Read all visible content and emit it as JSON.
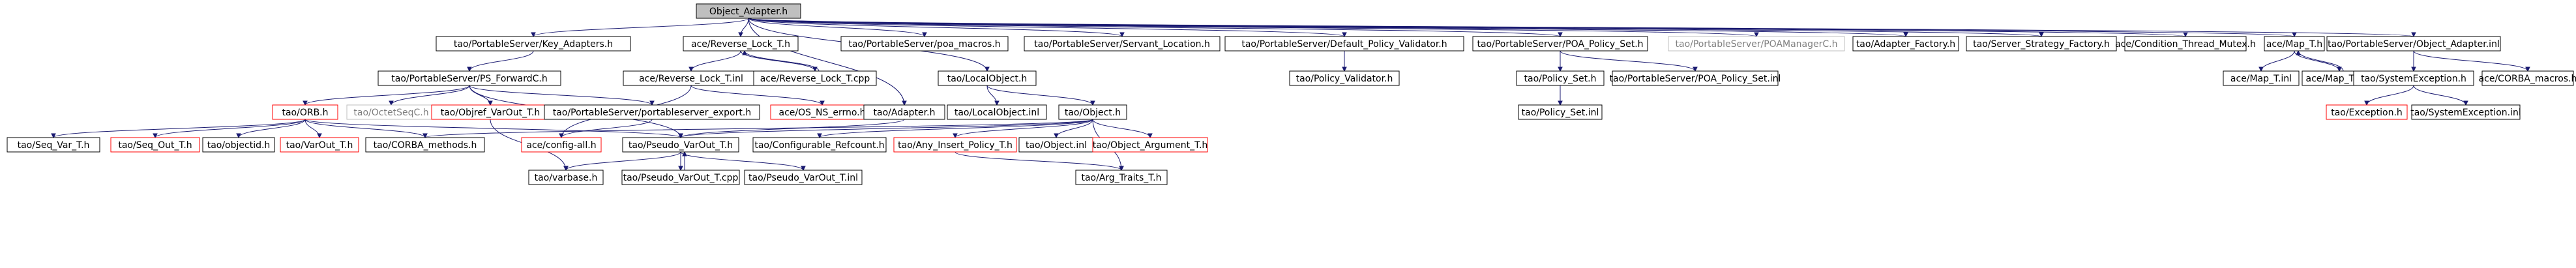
{
  "graph": {
    "colors": {
      "edge": "#191970",
      "node_border": "#000000",
      "node_border_missing": "#bfbfbf",
      "node_border_red": "#ff0000",
      "node_fill": "#ffffff",
      "node_fill_root": "#bfbfbf",
      "text": "#000000",
      "text_missing": "#7f7f7f"
    },
    "nodes": [
      {
        "id": "n0",
        "label": "Object_Adapter.h",
        "style": "root"
      },
      {
        "id": "n1",
        "label": "tao/PortableServer/Key_Adapters.h",
        "style": "normal"
      },
      {
        "id": "n2",
        "label": "ace/Reverse_Lock_T.h",
        "style": "normal"
      },
      {
        "id": "n3",
        "label": "tao/PortableServer/poa_macros.h",
        "style": "normal"
      },
      {
        "id": "n4",
        "label": "tao/PortableServer/Servant_Location.h",
        "style": "normal"
      },
      {
        "id": "n5",
        "label": "tao/PortableServer/Default_Policy_Validator.h",
        "style": "normal"
      },
      {
        "id": "n6",
        "label": "tao/PortableServer/POA_Policy_Set.h",
        "style": "normal"
      },
      {
        "id": "n7",
        "label": "tao/PortableServer/POAManagerC.h",
        "style": "missing"
      },
      {
        "id": "n8",
        "label": "tao/Adapter_Factory.h",
        "style": "normal"
      },
      {
        "id": "n9",
        "label": "tao/Server_Strategy_Factory.h",
        "style": "normal"
      },
      {
        "id": "n10",
        "label": "ace/Condition_Thread_Mutex.h",
        "style": "normal"
      },
      {
        "id": "n11",
        "label": "ace/Map_T.h",
        "style": "normal"
      },
      {
        "id": "n12",
        "label": "tao/PortableServer/Object_Adapter.inl",
        "style": "normal"
      },
      {
        "id": "n13",
        "label": "tao/PortableServer/PS_ForwardC.h",
        "style": "normal"
      },
      {
        "id": "n14",
        "label": "ace/Reverse_Lock_T.inl",
        "style": "normal"
      },
      {
        "id": "n15",
        "label": "ace/Reverse_Lock_T.cpp",
        "style": "normal"
      },
      {
        "id": "n16",
        "label": "tao/LocalObject.h",
        "style": "normal"
      },
      {
        "id": "n17",
        "label": "tao/Policy_Validator.h",
        "style": "normal"
      },
      {
        "id": "n18",
        "label": "tao/Policy_Set.h",
        "style": "normal"
      },
      {
        "id": "n19",
        "label": "tao/PortableServer/POA_Policy_Set.inl",
        "style": "normal"
      },
      {
        "id": "n20",
        "label": "ace/Map_T.inl",
        "style": "normal"
      },
      {
        "id": "n21",
        "label": "ace/Map_T.cpp",
        "style": "normal"
      },
      {
        "id": "n22",
        "label": "tao/SystemException.h",
        "style": "normal"
      },
      {
        "id": "n23",
        "label": "ace/CORBA_macros.h",
        "style": "normal"
      },
      {
        "id": "n24",
        "label": "tao/ORB.h",
        "style": "red"
      },
      {
        "id": "n25",
        "label": "tao/OctetSeqC.h",
        "style": "missing"
      },
      {
        "id": "n26",
        "label": "tao/Objref_VarOut_T.h",
        "style": "red"
      },
      {
        "id": "n27",
        "label": "tao/PortableServer/portableserver_export.h",
        "style": "normal"
      },
      {
        "id": "n28",
        "label": "ace/OS_NS_errno.h",
        "style": "red"
      },
      {
        "id": "n29",
        "label": "tao/Adapter.h",
        "style": "normal"
      },
      {
        "id": "n30",
        "label": "tao/LocalObject.inl",
        "style": "normal"
      },
      {
        "id": "n31",
        "label": "tao/Object.h",
        "style": "normal"
      },
      {
        "id": "n32",
        "label": "tao/Policy_Set.inl",
        "style": "normal"
      },
      {
        "id": "n33",
        "label": "tao/Exception.h",
        "style": "red"
      },
      {
        "id": "n34",
        "label": "tao/SystemException.inl",
        "style": "normal"
      },
      {
        "id": "n35",
        "label": "tao/Seq_Var_T.h",
        "style": "normal"
      },
      {
        "id": "n36",
        "label": "tao/Seq_Out_T.h",
        "style": "red"
      },
      {
        "id": "n37",
        "label": "tao/objectid.h",
        "style": "normal"
      },
      {
        "id": "n38",
        "label": "tao/VarOut_T.h",
        "style": "red"
      },
      {
        "id": "n39",
        "label": "tao/CORBA_methods.h",
        "style": "normal"
      },
      {
        "id": "n40",
        "label": "ace/config-all.h",
        "style": "red"
      },
      {
        "id": "n41",
        "label": "tao/Pseudo_VarOut_T.h",
        "style": "normal"
      },
      {
        "id": "n42",
        "label": "tao/Configurable_Refcount.h",
        "style": "normal"
      },
      {
        "id": "n43",
        "label": "tao/Any_Insert_Policy_T.h",
        "style": "red"
      },
      {
        "id": "n44",
        "label": "tao/Object.inl",
        "style": "normal"
      },
      {
        "id": "n45",
        "label": "tao/Object_Argument_T.h",
        "style": "red"
      },
      {
        "id": "n46",
        "label": "tao/varbase.h",
        "style": "normal"
      },
      {
        "id": "n47",
        "label": "tao/Pseudo_VarOut_T.cpp",
        "style": "normal"
      },
      {
        "id": "n48",
        "label": "tao/Pseudo_VarOut_T.inl",
        "style": "normal"
      },
      {
        "id": "n49",
        "label": "tao/Arg_Traits_T.h",
        "style": "normal"
      }
    ],
    "edges": [
      [
        "n0",
        "n1"
      ],
      [
        "n0",
        "n2"
      ],
      [
        "n0",
        "n3"
      ],
      [
        "n0",
        "n4"
      ],
      [
        "n0",
        "n5"
      ],
      [
        "n0",
        "n6"
      ],
      [
        "n0",
        "n7"
      ],
      [
        "n0",
        "n8"
      ],
      [
        "n0",
        "n9"
      ],
      [
        "n0",
        "n10"
      ],
      [
        "n0",
        "n11"
      ],
      [
        "n0",
        "n12"
      ],
      [
        "n0",
        "n16"
      ],
      [
        "n0",
        "n29"
      ],
      [
        "n1",
        "n13"
      ],
      [
        "n2",
        "n14"
      ],
      [
        "n2",
        "n15"
      ],
      [
        "n15",
        "n2"
      ],
      [
        "n14",
        "n40"
      ],
      [
        "n14",
        "n28"
      ],
      [
        "n13",
        "n24"
      ],
      [
        "n13",
        "n25"
      ],
      [
        "n13",
        "n26"
      ],
      [
        "n13",
        "n27"
      ],
      [
        "n13",
        "n41"
      ],
      [
        "n16",
        "n30"
      ],
      [
        "n16",
        "n31"
      ],
      [
        "n5",
        "n17"
      ],
      [
        "n6",
        "n18"
      ],
      [
        "n6",
        "n19"
      ],
      [
        "n18",
        "n32"
      ],
      [
        "n11",
        "n20"
      ],
      [
        "n11",
        "n21"
      ],
      [
        "n21",
        "n11"
      ],
      [
        "n12",
        "n22"
      ],
      [
        "n12",
        "n23"
      ],
      [
        "n22",
        "n33"
      ],
      [
        "n22",
        "n34"
      ],
      [
        "n24",
        "n35"
      ],
      [
        "n24",
        "n36"
      ],
      [
        "n24",
        "n37"
      ],
      [
        "n24",
        "n38"
      ],
      [
        "n24",
        "n39"
      ],
      [
        "n24",
        "n41"
      ],
      [
        "n26",
        "n46"
      ],
      [
        "n27",
        "n40"
      ],
      [
        "n29",
        "n41"
      ],
      [
        "n31",
        "n39"
      ],
      [
        "n31",
        "n41"
      ],
      [
        "n31",
        "n42"
      ],
      [
        "n31",
        "n43"
      ],
      [
        "n31",
        "n44"
      ],
      [
        "n31",
        "n45"
      ],
      [
        "n31",
        "n49"
      ],
      [
        "n41",
        "n46"
      ],
      [
        "n41",
        "n47"
      ],
      [
        "n41",
        "n48"
      ],
      [
        "n47",
        "n41"
      ],
      [
        "n43",
        "n49"
      ]
    ]
  }
}
